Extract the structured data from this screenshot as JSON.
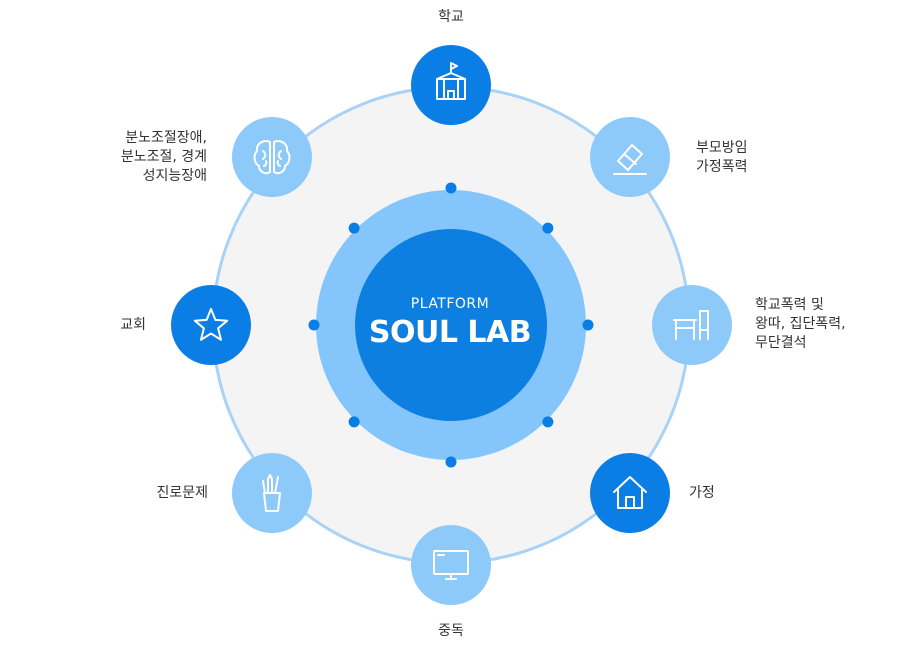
{
  "center": {
    "subtitle": "PLATFORM",
    "title": "SOUL LAB"
  },
  "colors": {
    "ring_light": "#a9d3f6",
    "plate": "#f4f4f4",
    "inner_ring": "#84c6fb",
    "core": "#0d7fe0",
    "node_dark": "#0a7ee4",
    "node_light": "#8dcafa",
    "text": "#333333"
  },
  "nodes": [
    {
      "id": "school",
      "icon": "school-icon",
      "shade": "dark",
      "lines": [
        "학교"
      ]
    },
    {
      "id": "parental-neglect",
      "icon": "eraser-icon",
      "shade": "light",
      "lines": [
        "부모방임",
        "가정폭력"
      ]
    },
    {
      "id": "school-violence",
      "icon": "desk-chair-icon",
      "shade": "light",
      "lines": [
        "학교폭력 및",
        "왕따, 집단폭력,",
        "무단결석"
      ]
    },
    {
      "id": "home",
      "icon": "house-icon",
      "shade": "dark",
      "lines": [
        "가정"
      ]
    },
    {
      "id": "addiction",
      "icon": "monitor-icon",
      "shade": "light",
      "lines": [
        "중독"
      ]
    },
    {
      "id": "career",
      "icon": "pencil-cup-icon",
      "shade": "light",
      "lines": [
        "진로문제"
      ]
    },
    {
      "id": "church",
      "icon": "star-icon",
      "shade": "dark",
      "lines": [
        "교회"
      ]
    },
    {
      "id": "disorders",
      "icon": "brain-icon",
      "shade": "light",
      "lines": [
        "분노조절장애,",
        "분노조절, 경계",
        "성지능장애"
      ]
    }
  ]
}
